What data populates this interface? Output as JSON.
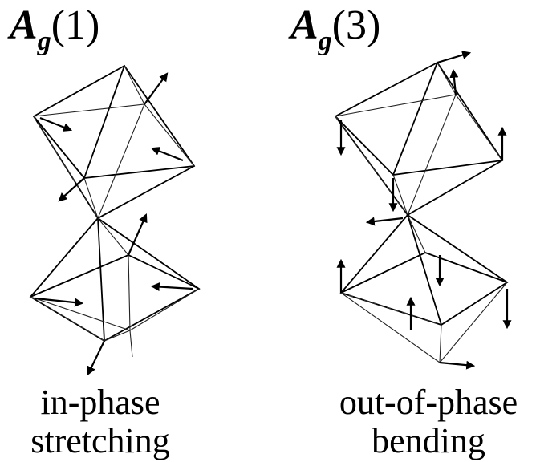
{
  "panels": [
    {
      "title_symbol": "A",
      "title_subscript": "g",
      "title_index": "(1)",
      "caption_line1": "in-phase",
      "caption_line2": "stretching"
    },
    {
      "title_symbol": "A",
      "title_subscript": "g",
      "title_index": "(3)",
      "caption_line1": "out-of-phase",
      "caption_line2": "bending"
    }
  ],
  "colors": {
    "line": "#000000",
    "background": "#ffffff"
  }
}
